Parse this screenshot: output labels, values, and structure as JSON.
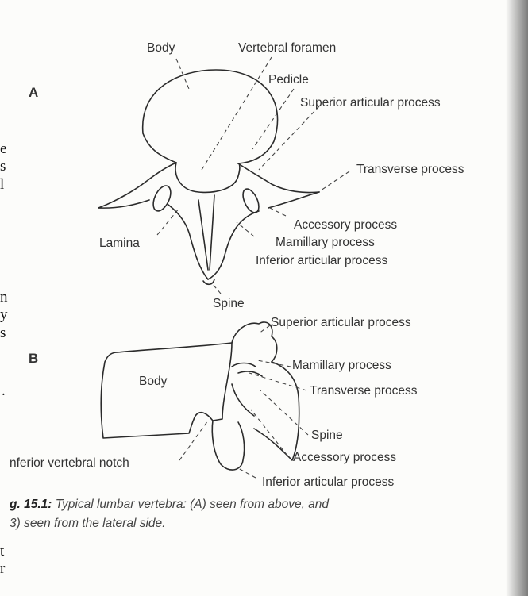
{
  "figure": {
    "panel_a": "A",
    "panel_b": "B",
    "labels_a": {
      "body": "Body",
      "vertebral_foramen": "Vertebral foramen",
      "pedicle": "Pedicle",
      "superior_articular_process": "Superior articular process",
      "transverse_process": "Transverse process",
      "accessory_process": "Accessory process",
      "mamillary_process": "Mamillary process",
      "inferior_articular_process": "Inferior articular process",
      "lamina": "Lamina",
      "spine": "Spine"
    },
    "labels_b": {
      "superior_articular_process": "Superior articular process",
      "body": "Body",
      "mamillary_process": "Mamillary process",
      "transverse_process": "Transverse process",
      "spine": "Spine",
      "accessory_process": "Accessory process",
      "inferior_vertebral_notch": "nferior vertebral notch",
      "inferior_articular_process": "Inferior articular process"
    },
    "caption": {
      "number": "g. 15.1:",
      "line1": "Typical lumbar vertebra: (A) seen from above, and",
      "line2": "3) seen from the lateral side."
    }
  },
  "left_margin_fragments": [
    "e",
    "s",
    "l",
    "n",
    "y",
    "s",
    ".",
    "t",
    "r"
  ]
}
